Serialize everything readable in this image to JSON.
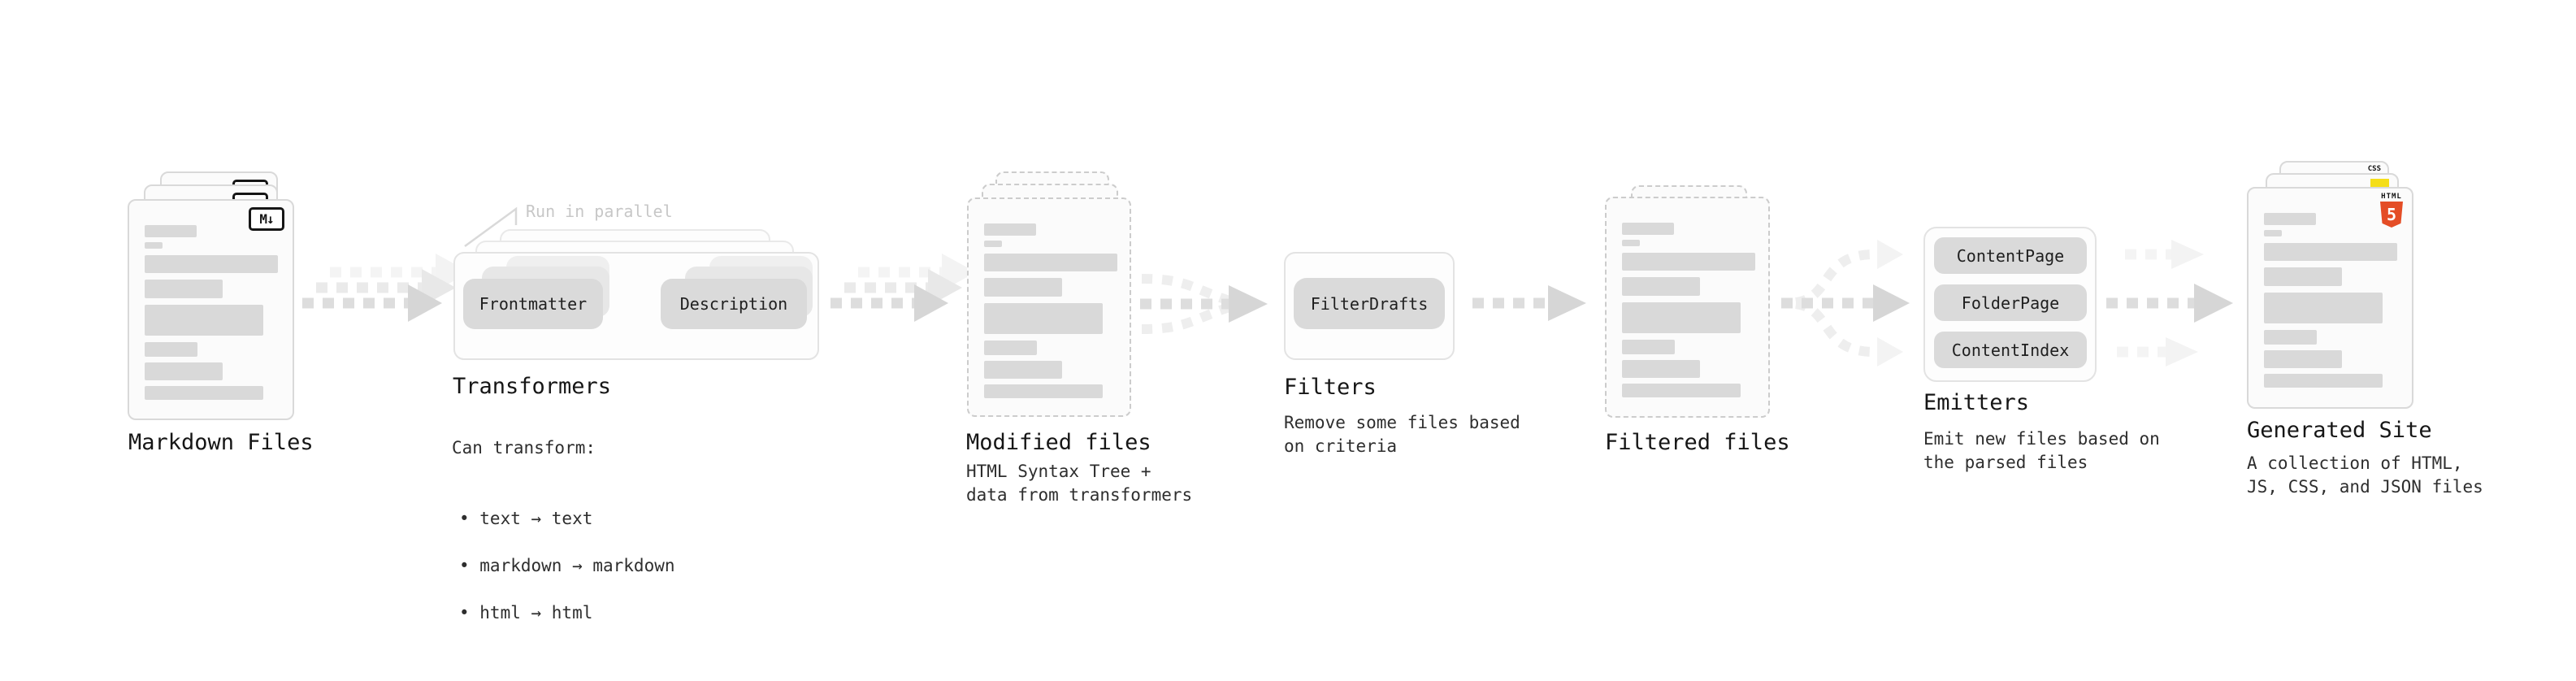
{
  "colors": {
    "html5-orange": "#e44d26",
    "js-yellow": "#f5de19",
    "css-blue": "#2965f1"
  },
  "stages": {
    "markdown": {
      "label": "Markdown Files",
      "badge": "M↓"
    },
    "transformers": {
      "label": "Transformers",
      "note": "Run in parallel",
      "box_left": "Frontmatter",
      "box_right": "Description",
      "caption_title": "Can transform:",
      "bullets": [
        "• text → text",
        "• markdown → markdown",
        "• html → html"
      ]
    },
    "modified": {
      "label": "Modified files",
      "caption": "HTML Syntax Tree +\ndata from transformers"
    },
    "filters": {
      "label": "Filters",
      "box": "FilterDrafts",
      "caption": "Remove some files based\non criteria"
    },
    "filtered": {
      "label": "Filtered files"
    },
    "emitters": {
      "label": "Emitters",
      "boxes": [
        "ContentPage",
        "FolderPage",
        "ContentIndex"
      ],
      "caption": "Emit new files based on\nthe parsed files"
    },
    "generated": {
      "label": "Generated Site",
      "caption": "A collection of HTML,\nJS, CSS, and JSON files",
      "badge_html_word": "HTML",
      "badge_html_number": "5",
      "badge_css": "CSS"
    }
  }
}
